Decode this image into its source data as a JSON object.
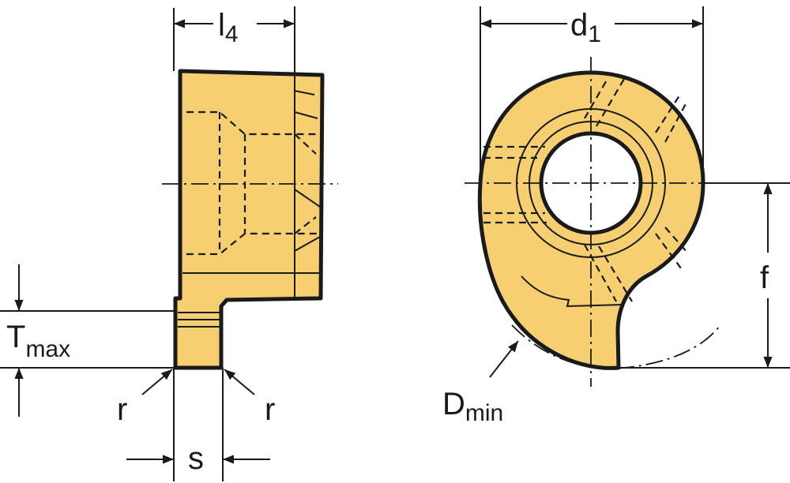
{
  "colors": {
    "insert_fill": "#f6cf73",
    "line": "#1a1a1a",
    "background": "#ffffff"
  },
  "labels": {
    "l4": {
      "main": "l",
      "sub": "4"
    },
    "d1": {
      "main": "d",
      "sub": "1"
    },
    "f": "f",
    "t_max": {
      "main": "T",
      "sub": "max"
    },
    "r_left": "r",
    "r_right": "r",
    "s": "s",
    "d_min": {
      "main": "D",
      "sub": "min"
    }
  }
}
